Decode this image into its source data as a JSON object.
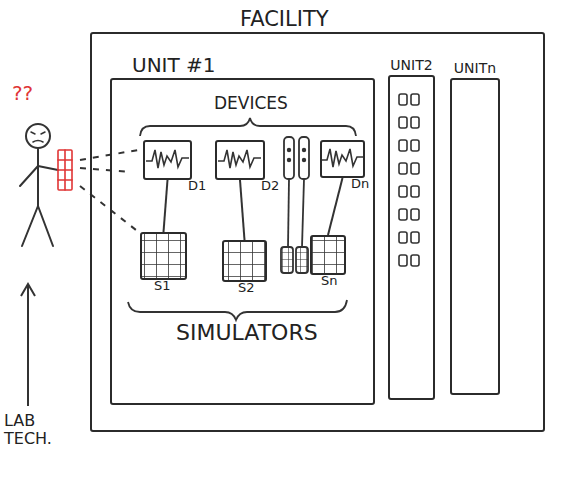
{
  "diagram": {
    "nodes": [
      {
        "text": [
          "FACILITY"
        ]
      },
      {
        "text": [
          "UNIT #1"
        ],
        "in": 0
      },
      {
        "text": [
          "D1"
        ],
        "in": 1
      },
      {
        "text": [
          "D2"
        ],
        "in": 1
      },
      {
        "text": [
          "Dn"
        ],
        "in": 1
      },
      {
        "text": [
          "S1"
        ],
        "in": 1
      },
      {
        "text": [
          "S2"
        ],
        "in": 1
      },
      {
        "text": [
          "Sn"
        ],
        "in": 1
      },
      {
        "text": [
          "UNIT2"
        ],
        "in": 0
      },
      {
        "text": [
          "UNITn"
        ],
        "in": 0
      }
    ],
    "edges": [
      {
        "from": 2,
        "to": 5,
        "arrow": "none"
      },
      {
        "from": 3,
        "to": 6,
        "arrow": "none"
      },
      {
        "from": 4,
        "to": 7,
        "arrow": "none"
      }
    ],
    "labels": [
      "DEVICES",
      "SIMULATORS",
      "??",
      "LAB TECH."
    ]
  }
}
